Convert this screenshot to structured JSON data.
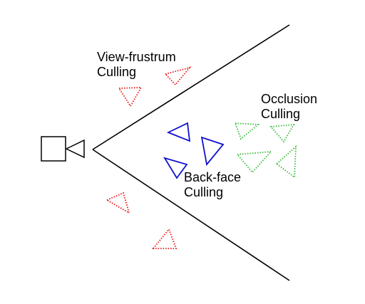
{
  "labels": {
    "view_frustum": {
      "line1": "View-frustrum",
      "line2": "Culling"
    },
    "occlusion": {
      "line1": "Occlusion",
      "line2": "Culling"
    },
    "back_face": {
      "line1": "Back-face",
      "line2": "Culling"
    }
  },
  "colors": {
    "view_frustum": "#ee1111",
    "occlusion": "#33bb33",
    "back_face": "#1111cc",
    "outline": "#000000"
  }
}
